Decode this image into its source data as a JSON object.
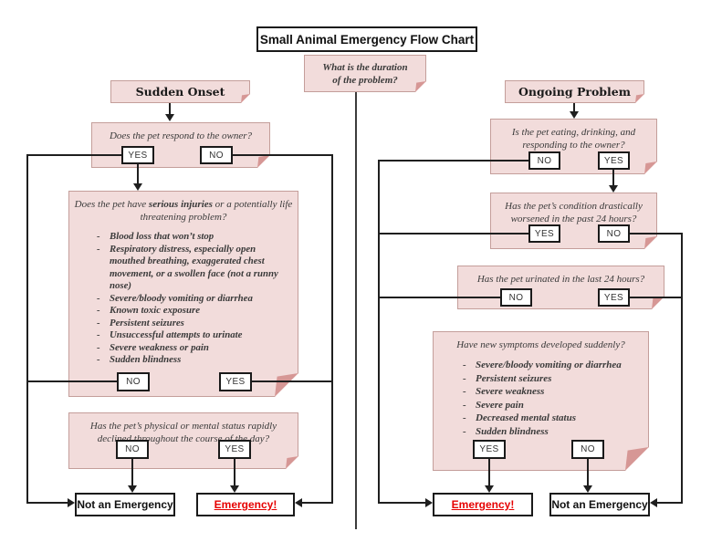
{
  "title": "Small Animal Emergency Flow Chart",
  "note": {
    "line1": "What is the duration",
    "line2": "of the problem?"
  },
  "bullet": "-",
  "left": {
    "header": "Sudden Onset",
    "q1": {
      "text": "Does the pet respond to the owner?",
      "yes": "YES",
      "no": "NO"
    },
    "big": {
      "title_pre": "Does the pet have ",
      "title_bold": "serious injuries",
      "title_post": " or a potentially life threatening problem?",
      "items": [
        "Blood loss that won’t stop",
        "Respiratory distress, especially open mouthed breathing,  exaggerated chest movement, or a swollen face (not a runny nose)",
        "Severe/bloody vomiting or diarrhea",
        "Known toxic exposure",
        "Persistent seizures",
        "Unsuccessful attempts to urinate",
        "Severe weakness or pain",
        "Sudden blindness"
      ],
      "no": "NO",
      "yes": "YES"
    },
    "q3": {
      "line1": "Has the pet’s physical or mental status rapidly",
      "line2": "declined throughout the course of the day?",
      "no": "NO",
      "yes": "YES"
    },
    "not_emergency": "Not an Emergency",
    "emergency": "Emergency!"
  },
  "right": {
    "header": "Ongoing Problem",
    "q1": {
      "line1": "Is the pet eating, drinking, and",
      "line2": "responding to the owner?",
      "no": "NO",
      "yes": "YES"
    },
    "q2": {
      "line1": "Has the pet’s condition drastically",
      "line2": "worsened in the past 24 hours?",
      "yes": "YES",
      "no": "NO"
    },
    "q3": {
      "text": "Has the pet urinated in the last 24 hours?",
      "no": "NO",
      "yes": "YES"
    },
    "q4": {
      "title": "Have new symptoms developed suddenly?",
      "items": [
        "Severe/bloody vomiting or diarrhea",
        "Persistent seizures",
        "Severe weakness",
        "Severe pain",
        "Decreased mental status",
        "Sudden blindness"
      ],
      "yes": "YES",
      "no": "NO"
    },
    "emergency": "Emergency!",
    "not_emergency": "Not an Emergency"
  },
  "colors": {
    "box_fill": "#f2dcdb",
    "box_border": "#c49e9a",
    "fold": "#d69795",
    "line": "#1f1f1f",
    "emergency_red": "#e60000"
  }
}
